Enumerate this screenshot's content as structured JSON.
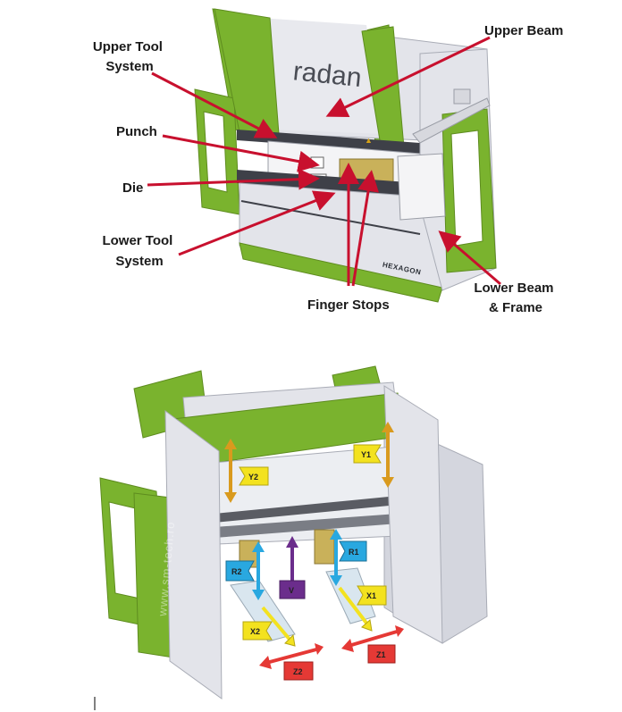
{
  "diagram": {
    "brand_text": "radan",
    "maker_text": "HEXAGON",
    "watermark_text": "www.sm-tech.ro",
    "colors": {
      "green": "#7ab32e",
      "green_dark": "#5e8c1f",
      "body": "#e3e4ea",
      "body_shade": "#c9cbd4",
      "arrow_red": "#c8102e",
      "axis_yellow": "#f3e21f",
      "axis_orange": "#d99a1e",
      "axis_cyan": "#29a8e0",
      "axis_purple": "#6b2d8c",
      "axis_red": "#e53935"
    },
    "callouts": {
      "upper_tool_system": [
        "Upper Tool",
        "System"
      ],
      "punch": "Punch",
      "die": "Die",
      "lower_tool_system": [
        "Lower Tool",
        "System"
      ],
      "upper_beam": "Upper Beam",
      "finger_stops": "Finger Stops",
      "lower_beam_frame": [
        "Lower Beam",
        "& Frame"
      ]
    },
    "axes": {
      "y1": "Y1",
      "y2": "Y2",
      "r1": "R1",
      "r2": "R2",
      "v": "V",
      "x1": "X1",
      "x2": "X2",
      "z1": "Z1",
      "z2": "Z2"
    }
  }
}
